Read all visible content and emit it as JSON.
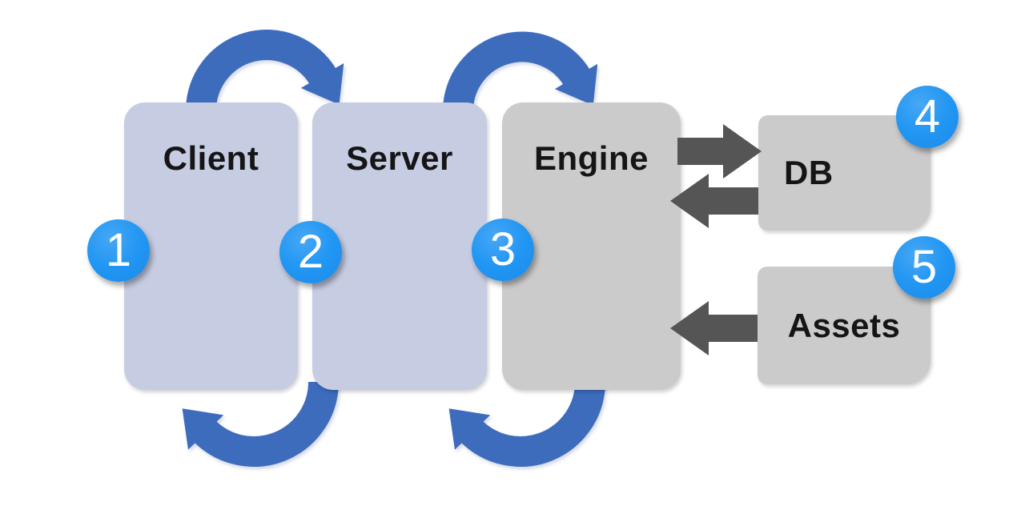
{
  "diagram": {
    "nodes": [
      {
        "id": "client",
        "label": "Client",
        "badge": "1",
        "fill": "#c6cce2"
      },
      {
        "id": "server",
        "label": "Server",
        "badge": "2",
        "fill": "#c6cce2"
      },
      {
        "id": "engine",
        "label": "Engine",
        "badge": "3",
        "fill": "#cbcbcb"
      },
      {
        "id": "db",
        "label": "DB",
        "badge": "4",
        "fill": "#cbcbcb"
      },
      {
        "id": "assets",
        "label": "Assets",
        "badge": "5",
        "fill": "#cbcbcb"
      }
    ],
    "edges": [
      {
        "from": "Client",
        "to": "Server",
        "style": "curved-arc-top",
        "color": "#3d6cbd"
      },
      {
        "from": "Server",
        "to": "Client",
        "style": "curved-arc-bottom",
        "color": "#3d6cbd"
      },
      {
        "from": "Server",
        "to": "Engine",
        "style": "curved-arc-top",
        "color": "#3d6cbd"
      },
      {
        "from": "Engine",
        "to": "Server",
        "style": "curved-arc-bottom",
        "color": "#3d6cbd"
      },
      {
        "from": "Engine",
        "to": "DB",
        "style": "straight",
        "color": "#555555"
      },
      {
        "from": "DB",
        "to": "Engine",
        "style": "straight",
        "color": "#555555"
      },
      {
        "from": "Assets",
        "to": "Engine",
        "style": "straight",
        "color": "#555555"
      }
    ],
    "colors": {
      "background": "#ffffff",
      "client_server_fill": "#c6cce2",
      "engine_db_assets_fill": "#cbcbcb",
      "cycle_arrow_blue": "#3d6cbd",
      "straight_arrow_gray": "#555555",
      "badge_blue": "#2196f3",
      "label_text": "#151515",
      "badge_text": "#ffffff"
    }
  }
}
